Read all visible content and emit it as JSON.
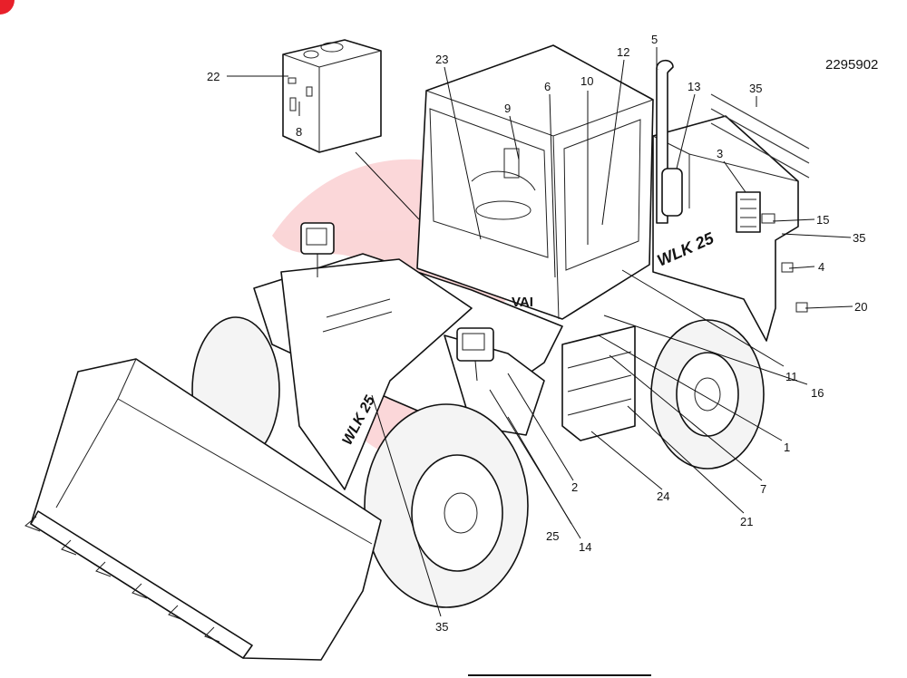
{
  "document_number": "2295902",
  "model_lettering": "WLK 25",
  "brand_badge": "VAI",
  "colors": {
    "line": "#111111",
    "watermark": "#e8202a",
    "corner_mark": "#e8202a"
  },
  "callouts": [
    {
      "id": "c22",
      "label": "22"
    },
    {
      "id": "c8",
      "label": "8"
    },
    {
      "id": "c23",
      "label": "23"
    },
    {
      "id": "c9",
      "label": "9"
    },
    {
      "id": "c6",
      "label": "6"
    },
    {
      "id": "c10",
      "label": "10"
    },
    {
      "id": "c12",
      "label": "12"
    },
    {
      "id": "c5",
      "label": "5"
    },
    {
      "id": "c13",
      "label": "13"
    },
    {
      "id": "c35a",
      "label": "35"
    },
    {
      "id": "c3",
      "label": "3"
    },
    {
      "id": "c15",
      "label": "15"
    },
    {
      "id": "c35b",
      "label": "35"
    },
    {
      "id": "c4",
      "label": "4"
    },
    {
      "id": "c20",
      "label": "20"
    },
    {
      "id": "c11",
      "label": "11"
    },
    {
      "id": "c16",
      "label": "16"
    },
    {
      "id": "c1",
      "label": "1"
    },
    {
      "id": "c7",
      "label": "7"
    },
    {
      "id": "c21",
      "label": "21"
    },
    {
      "id": "c24",
      "label": "24"
    },
    {
      "id": "c2",
      "label": "2"
    },
    {
      "id": "c25",
      "label": "25"
    },
    {
      "id": "c14",
      "label": "14"
    },
    {
      "id": "c35c",
      "label": "35"
    }
  ]
}
